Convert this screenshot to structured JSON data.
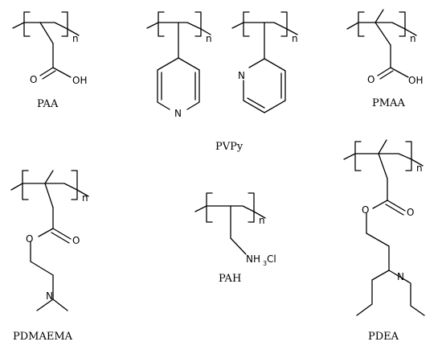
{
  "polymers": {
    "paa": {
      "name": "PAA",
      "n": "n",
      "atoms": {
        "o1": "O",
        "oh": "OH"
      }
    },
    "pvpy": {
      "name": "PVPy",
      "n1": "n",
      "n2": "n",
      "atoms": {
        "n_pyr4": "N",
        "n_pyr2": "N"
      }
    },
    "pmaa": {
      "name": "PMAA",
      "n": "n",
      "atoms": {
        "o1": "O",
        "oh": "OH"
      }
    },
    "pdmaema": {
      "name": "PDMAEMA",
      "n": "n",
      "atoms": {
        "o_ester": "O",
        "o_carbonyl": "O",
        "n_amine": "N"
      }
    },
    "pah": {
      "name": "PAH",
      "n": "n",
      "atoms": {
        "nh": "NH",
        "h_sub": "3",
        "cl": "Cl"
      }
    },
    "pdea": {
      "name": "PDEA",
      "n": "n",
      "atoms": {
        "o_ester": "O",
        "o_carbonyl": "O",
        "n_amine": "N"
      }
    }
  }
}
